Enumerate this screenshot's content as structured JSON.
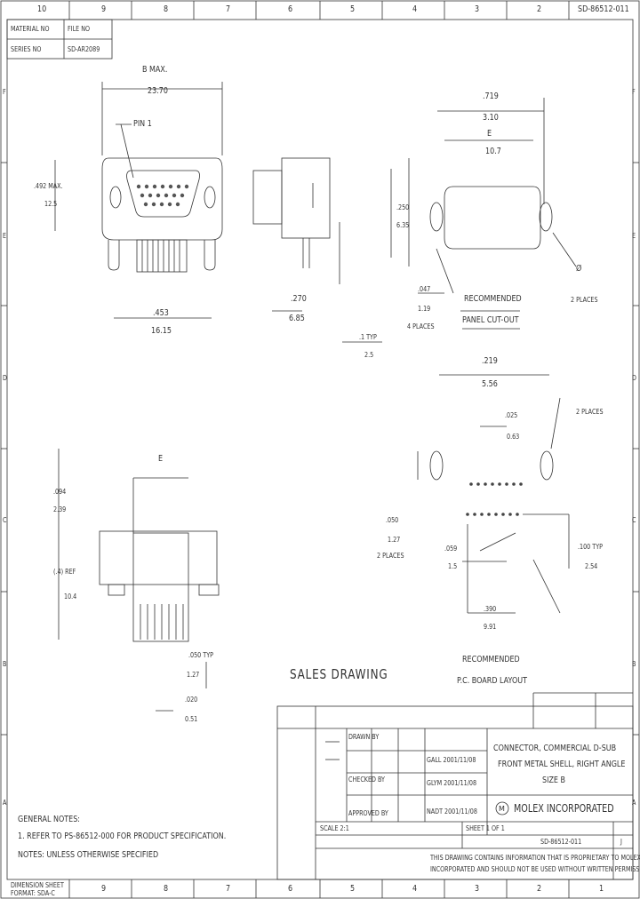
{
  "header": {
    "zones_top": [
      "10",
      "9",
      "8",
      "7",
      "6",
      "5",
      "4",
      "3",
      "2"
    ],
    "doc_number": "SD-86512-011",
    "material_label": "MATERIAL NO",
    "material_value": "FILE NO",
    "part_label": "SERIES NO",
    "part_value": "SD-AR2089"
  },
  "zones_side": [
    "F",
    "E",
    "D",
    "C",
    "B",
    "A"
  ],
  "zones_bottom": [
    "9",
    "8",
    "7",
    "6",
    "5",
    "4",
    "3",
    "2",
    "1"
  ],
  "view1": {
    "dim_top_label": "B MAX.",
    "dim_top_value": "23.70",
    "pin_label": "PIN 1",
    "dim_height_label": ".492 MAX.",
    "dim_height_value": "12.5",
    "dim_bottom_label": ".453",
    "dim_bottom_value": "16.15",
    "dim_side_label": ".270",
    "dim_side_value": "6.85"
  },
  "panel": {
    "dim_top_a": ".719",
    "dim_top_b": "3.10",
    "dim_top_c": "E",
    "dim_top_d": "10.7",
    "dim_left_label": ".250",
    "dim_left_value": "6.35",
    "hole_label": "Ø",
    "hole_places": "2 PLACES",
    "dim_small_a": ".047",
    "dim_small_b": "1.19",
    "dim_small_places": "4 PLACES",
    "title_a": "RECOMMENDED",
    "title_b": "PANEL CUT-OUT",
    "dim_bottom_a": ".1 TYP",
    "dim_bottom_b": "2.5"
  },
  "side_view": {
    "dim_top": "E",
    "dim_a": ".094",
    "dim_b": "2.39",
    "ref_a": "(.4) REF",
    "ref_b": "10.4",
    "dim_typ_a": ".050 TYP",
    "dim_typ_b": "1.27",
    "dim_c": ".020",
    "dim_d": "0.51"
  },
  "pcb": {
    "dim_a": ".219",
    "dim_b": "5.56",
    "dim_c": ".025",
    "dim_d": "0.63",
    "hole_note": "2 PLACES",
    "dim_e": ".050",
    "dim_f": "1.27",
    "places_e": "2 PLACES",
    "dim_g": ".059",
    "dim_h": "1.5",
    "dim_typ_a": ".100 TYP",
    "dim_typ_b": "2.54",
    "dim_i": ".390",
    "dim_j": "9.91",
    "title_a": "RECOMMENDED",
    "title_b": "P.C. BOARD LAYOUT"
  },
  "title_block": {
    "sales_drawing": "SALES DRAWING",
    "connector_title_1": "CONNECTOR, COMMERCIAL D-SUB",
    "connector_title_2": "FRONT METAL SHELL, RIGHT ANGLE",
    "connector_title_3": "SIZE B",
    "company": "MOLEX INCORPORATED",
    "doc_ref": "SD-86512-011",
    "revision": "J",
    "drawn_label": "DRAWN BY",
    "check_label": "CHECKED BY",
    "approve_label": "APPROVED BY",
    "row_1": "GALL 2001/11/08",
    "row_2": "GLYM 2001/11/08",
    "row_3": "NADT 2001/11/08",
    "scale": "SCALE 2:1",
    "sheet": "SHEET 1 OF 1",
    "notice_1": "THIS DRAWING CONTAINS INFORMATION THAT IS PROPRIETARY TO MOLEX",
    "notice_2": "INCORPORATED AND SHOULD NOT BE USED WITHOUT WRITTEN PERMISSION"
  },
  "notes": {
    "line_1": "GENERAL NOTES:",
    "line_2": "1. REFER TO PS-86512-000 FOR PRODUCT SPECIFICATION.",
    "line_3": "NOTES: UNLESS OTHERWISE SPECIFIED"
  },
  "footer": {
    "left_a": "DIMENSION SHEET",
    "left_b": "FORMAT: SDA-C"
  }
}
